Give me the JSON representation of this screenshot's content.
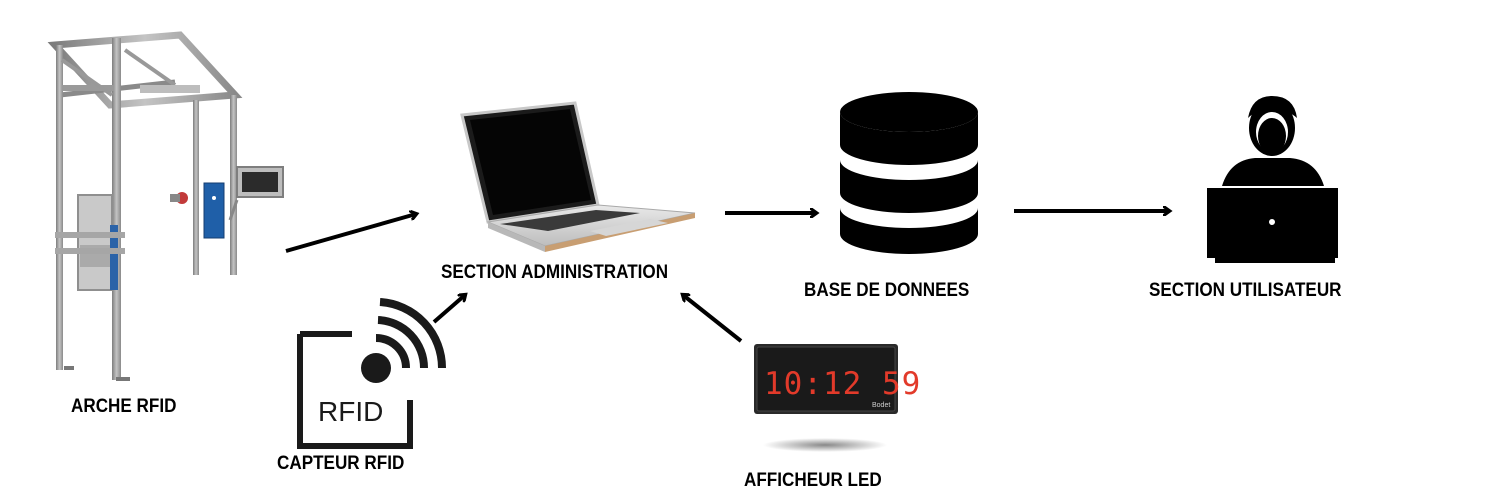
{
  "nodes": {
    "arche_rfid": {
      "label": "ARCHE RFID"
    },
    "capteur_rfid": {
      "label": "CAPTEUR RFID",
      "icon_text": "RFID"
    },
    "section_admin": {
      "label": "SECTION ADMINISTRATION"
    },
    "afficheur_led": {
      "label": "AFFICHEUR LED",
      "display_time": "10:12 59",
      "brand": "Bodet"
    },
    "base_donnees": {
      "label": "BASE DE DONNEES"
    },
    "section_utilisateur": {
      "label": "SECTION UTILISATEUR"
    }
  },
  "edges": [
    {
      "from": "arche_rfid",
      "to": "section_admin"
    },
    {
      "from": "capteur_rfid",
      "to": "section_admin"
    },
    {
      "from": "afficheur_led",
      "to": "section_admin"
    },
    {
      "from": "section_admin",
      "to": "base_donnees"
    },
    {
      "from": "base_donnees",
      "to": "section_utilisateur"
    }
  ],
  "colors": {
    "led_digits": "#e23a2a",
    "icon_fill": "#000000",
    "frame_metal": "#9a9a9a",
    "blue_panel": "#1f5fa8"
  }
}
